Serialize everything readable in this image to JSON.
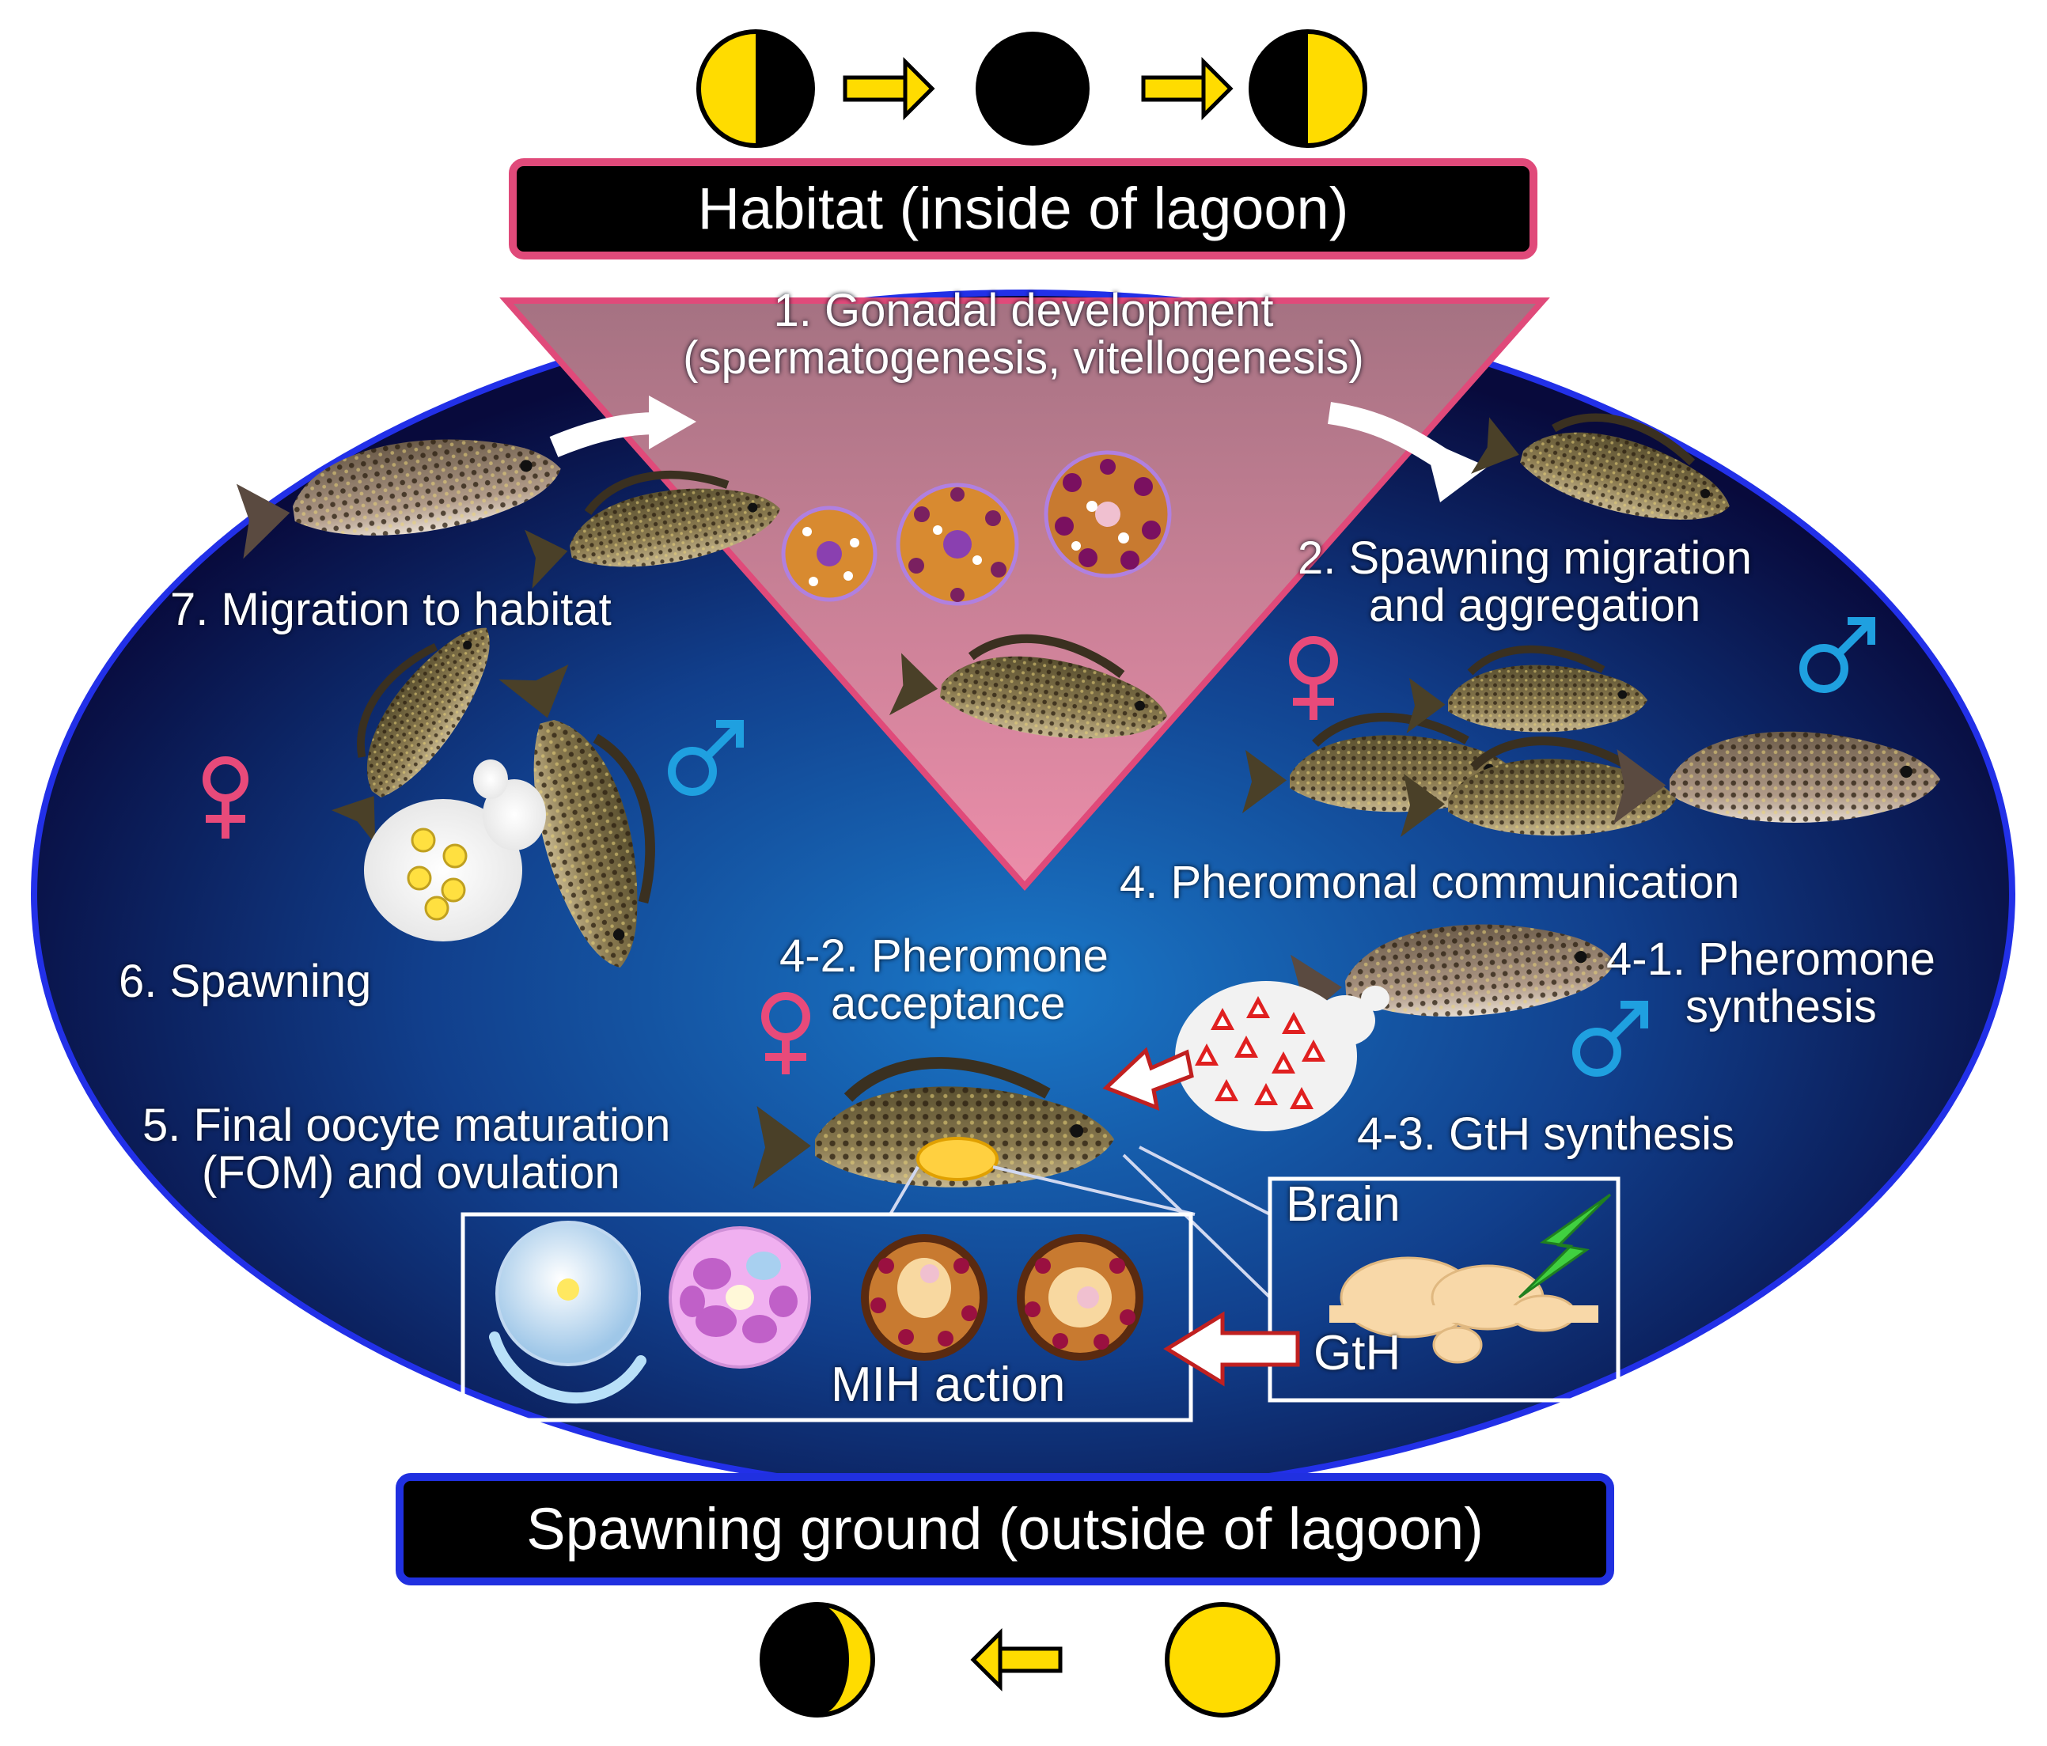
{
  "colors": {
    "moon": "#ffdc00",
    "ocean_center": "#1a6fc0",
    "ocean_edge": "#0a0a3a",
    "triangle_top": "#b58090",
    "triangle_bottom": "#e88aa6",
    "habitat_border": "#e04a7a",
    "spawning_border": "#2030e0",
    "female": "#e84a7a",
    "male": "#1fa0e0",
    "pheromone": "#e02020",
    "lightning": "#40d040"
  },
  "top_moon_sequence": [
    "first-quarter-moon-icon",
    "new-moon-icon",
    "last-quarter-moon-icon"
  ],
  "bottom_moon_sequence": [
    "full-moon-icon",
    "first-quarter-moon-icon"
  ],
  "habitat_banner": "Habitat (inside of lagoon)",
  "spawning_banner": "Spawning  ground (outside of lagoon)",
  "steps": {
    "s1_line1": "1. Gonadal development",
    "s1_line2": "(spermatogenesis, vitellogenesis)",
    "s2_line1": "2. Spawning migration",
    "s2_line2": "and aggregation",
    "s4": "4. Pheromonal communication",
    "s4_1_line1": "4-1. Pheromone",
    "s4_1_line2": "synthesis",
    "s4_2_line1": "4-2. Pheromone",
    "s4_2_line2": "acceptance",
    "s4_3": "4-3. GtH synthesis",
    "s5_line1": "5. Final oocyte maturation",
    "s5_line2": "(FOM) and ovulation",
    "s6": "6. Spawning",
    "s7": "7. Migration to habitat"
  },
  "brain_box": {
    "brain_label": "Brain",
    "gth_label": "GtH"
  },
  "oocyte_box": {
    "label": "MIH action"
  },
  "symbols": {
    "female": "♀",
    "male": "♂"
  }
}
